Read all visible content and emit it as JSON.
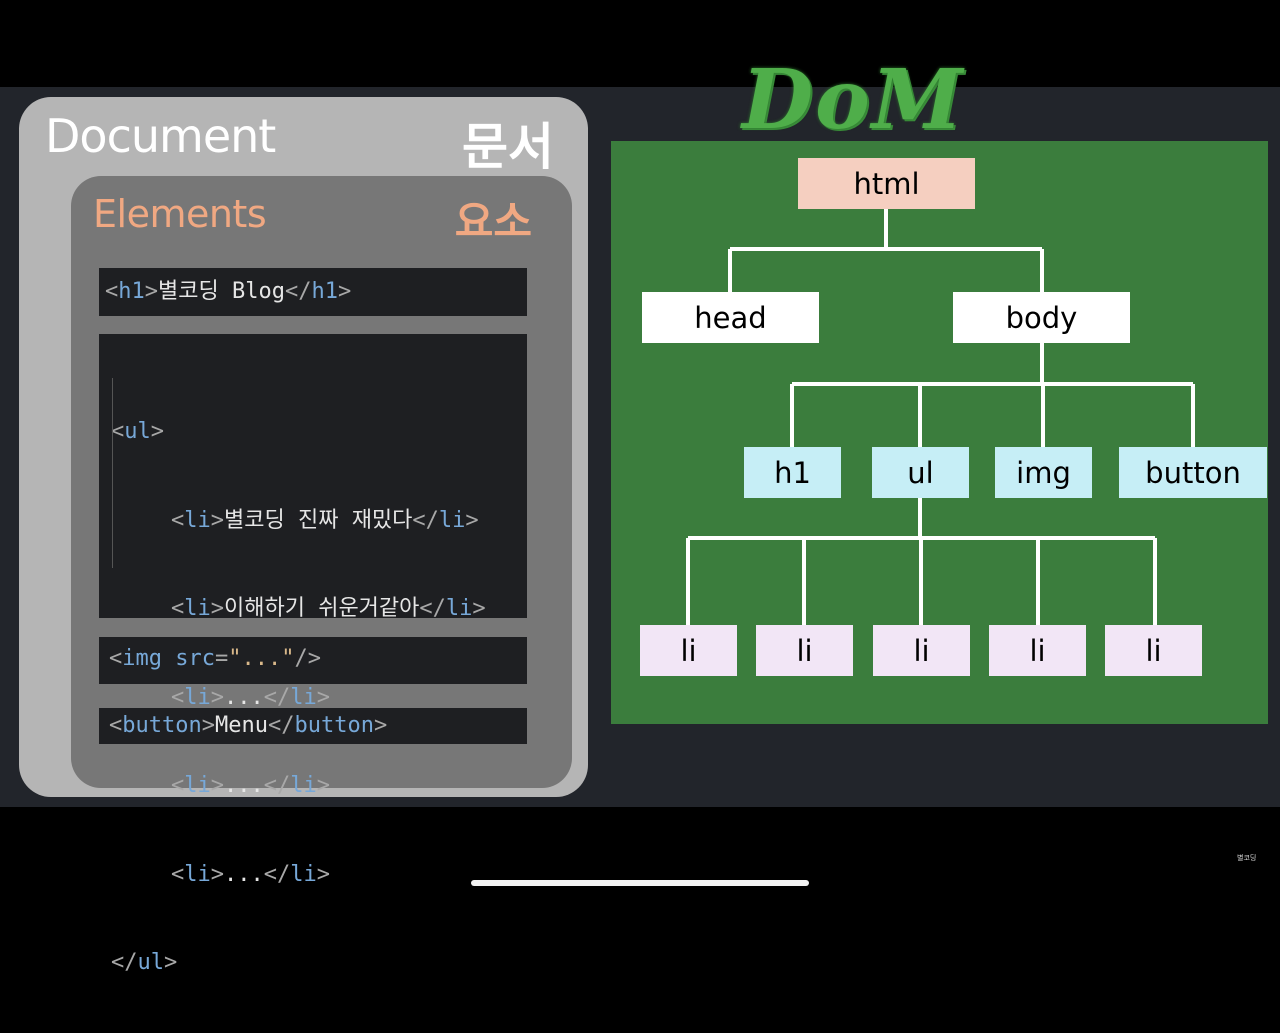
{
  "document": {
    "title": "Document",
    "title_ko": "문서",
    "elements": {
      "title": "Elements",
      "title_ko": "요소",
      "code_h1": {
        "open": "<",
        "tag": "h1",
        "close": ">",
        "text": "별코딩 Blog",
        "end_open": "</",
        "end_tag": "h1",
        "end_close": ">"
      },
      "code_ul": {
        "open_tag": "ul",
        "items": [
          "별코딩 진짜 재밌다",
          "이해하기 쉬운거같아",
          "...",
          "...",
          "..."
        ],
        "item_tag": "li",
        "close_tag": "ul"
      },
      "code_img": {
        "tag": "img",
        "attr": "src",
        "value": "\"...\"",
        "end": "/>"
      },
      "code_button": {
        "tag": "button",
        "text": "Menu"
      }
    }
  },
  "dom": {
    "title": "DoM",
    "root": "html",
    "level1": [
      "head",
      "body"
    ],
    "body_children": [
      "h1",
      "ul",
      "img",
      "button"
    ],
    "ul_children": [
      "li",
      "li",
      "li",
      "li",
      "li"
    ]
  },
  "colors": {
    "document_bg": "#b5b5b5",
    "elements_bg": "#777777",
    "elements_title": "#f0a882",
    "dom_bg": "#3b7d3d",
    "node_html": "#f5cfc0",
    "node_level1": "#ffffff",
    "node_body_children": "#c6eef6",
    "node_li": "#f2e6f6"
  },
  "watermark": "별코딩"
}
